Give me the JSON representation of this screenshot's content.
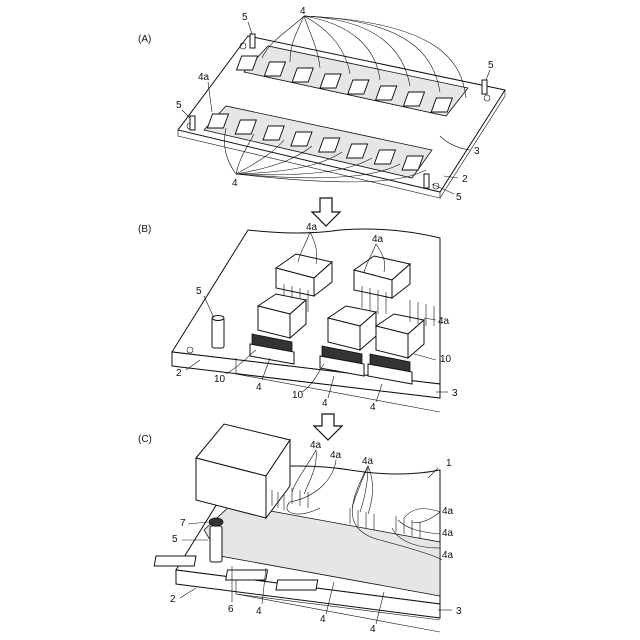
{
  "panels": [
    {
      "id": "A",
      "label": "(A)"
    },
    {
      "id": "B",
      "label": "(B)"
    },
    {
      "id": "C",
      "label": "(C)"
    }
  ],
  "callouts": {
    "a": {
      "n4_top": "4",
      "n5_tl": "5",
      "n5_tr": "5",
      "n4a": "4a",
      "n5_l": "5",
      "n3": "3",
      "n2": "2",
      "n4_bot": "4",
      "n5_br": "5"
    },
    "b": {
      "n4a_1": "4a",
      "n4a_2": "4a",
      "n4a_3": "4a",
      "n5": "5",
      "n2": "2",
      "n10_l": "10",
      "n4_l": "4",
      "n10_m": "10",
      "n4_m": "4",
      "n4_r": "4",
      "n10_r": "10",
      "n3": "3"
    },
    "c": {
      "n4a_1": "4a",
      "n4a_2": "4a",
      "n4a_3": "4a",
      "n1": "1",
      "n4a_4": "4a",
      "n4a_5": "4a",
      "n4a_6": "4a",
      "n7": "7",
      "n5": "5",
      "n2": "2",
      "n6": "6",
      "n4_l": "4",
      "n4_m": "4",
      "n4_r": "4",
      "n3": "3"
    }
  }
}
